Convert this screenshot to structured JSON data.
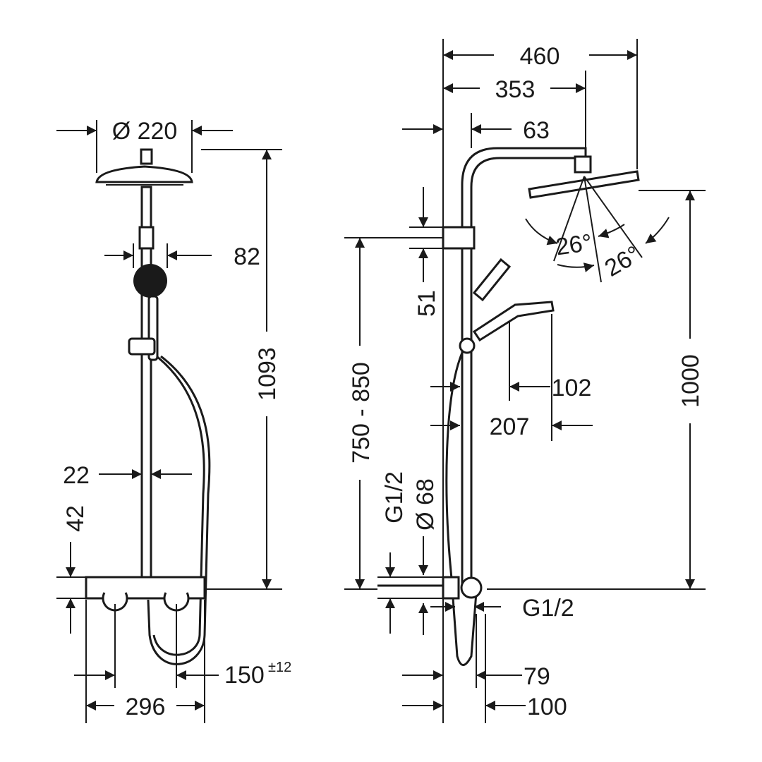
{
  "title": "Shower system dimension drawing",
  "front_view": {
    "head_diameter": "Ø 220",
    "hand_shower_width": "82",
    "total_height": "1093",
    "rod_diameter": "22",
    "thermostat_height": "42",
    "thermostat_width": "296",
    "connection_spacing": "150",
    "connection_tolerance": "±12"
  },
  "side_view": {
    "arm_total_reach": "460",
    "arm_reach_to_head": "353",
    "wall_to_rod": "63",
    "holder_height": "51",
    "installation_height": "750 - 850",
    "spray_angle_1": "26°",
    "spray_angle_2": "26°",
    "head_height": "1000",
    "hand_shower_projection_1": "102",
    "hand_shower_projection_2": "207",
    "inlet_thread": "G1/2",
    "rosette_diameter": "Ø 68",
    "outlet_thread": "G1/2",
    "depth_1": "79",
    "depth_2": "100"
  }
}
